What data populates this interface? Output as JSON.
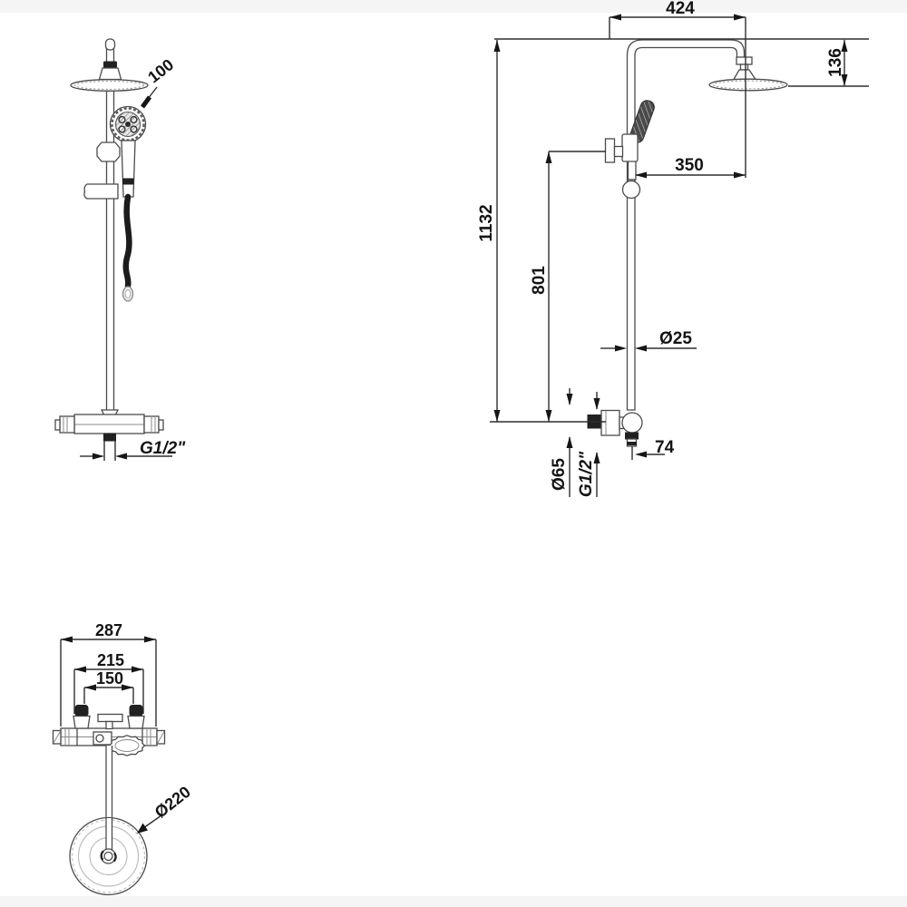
{
  "colors": {
    "background": "#ffffff",
    "line": "#4a4a4a",
    "text": "#141414",
    "solid_fill": "#212121",
    "light_detail": "#bdbdbd",
    "scan_margin": "#f5f5f5"
  },
  "front_view": {
    "hand_shower_diameter": "100",
    "outlet_thread": "G1/2\""
  },
  "side_view": {
    "arm_reach": "424",
    "head_drop": "136",
    "head_offset": "350",
    "total_height": "1132",
    "upper_section_height": "801",
    "pipe_diameter": "Ø25",
    "wall_to_outlet": "74",
    "escutcheon_diameter": "Ø65",
    "inlet_thread": "G1/2\""
  },
  "top_view": {
    "overall_width": "287",
    "body_span": "215",
    "inlet_spacing": "150",
    "head_diameter": "Ø220"
  }
}
